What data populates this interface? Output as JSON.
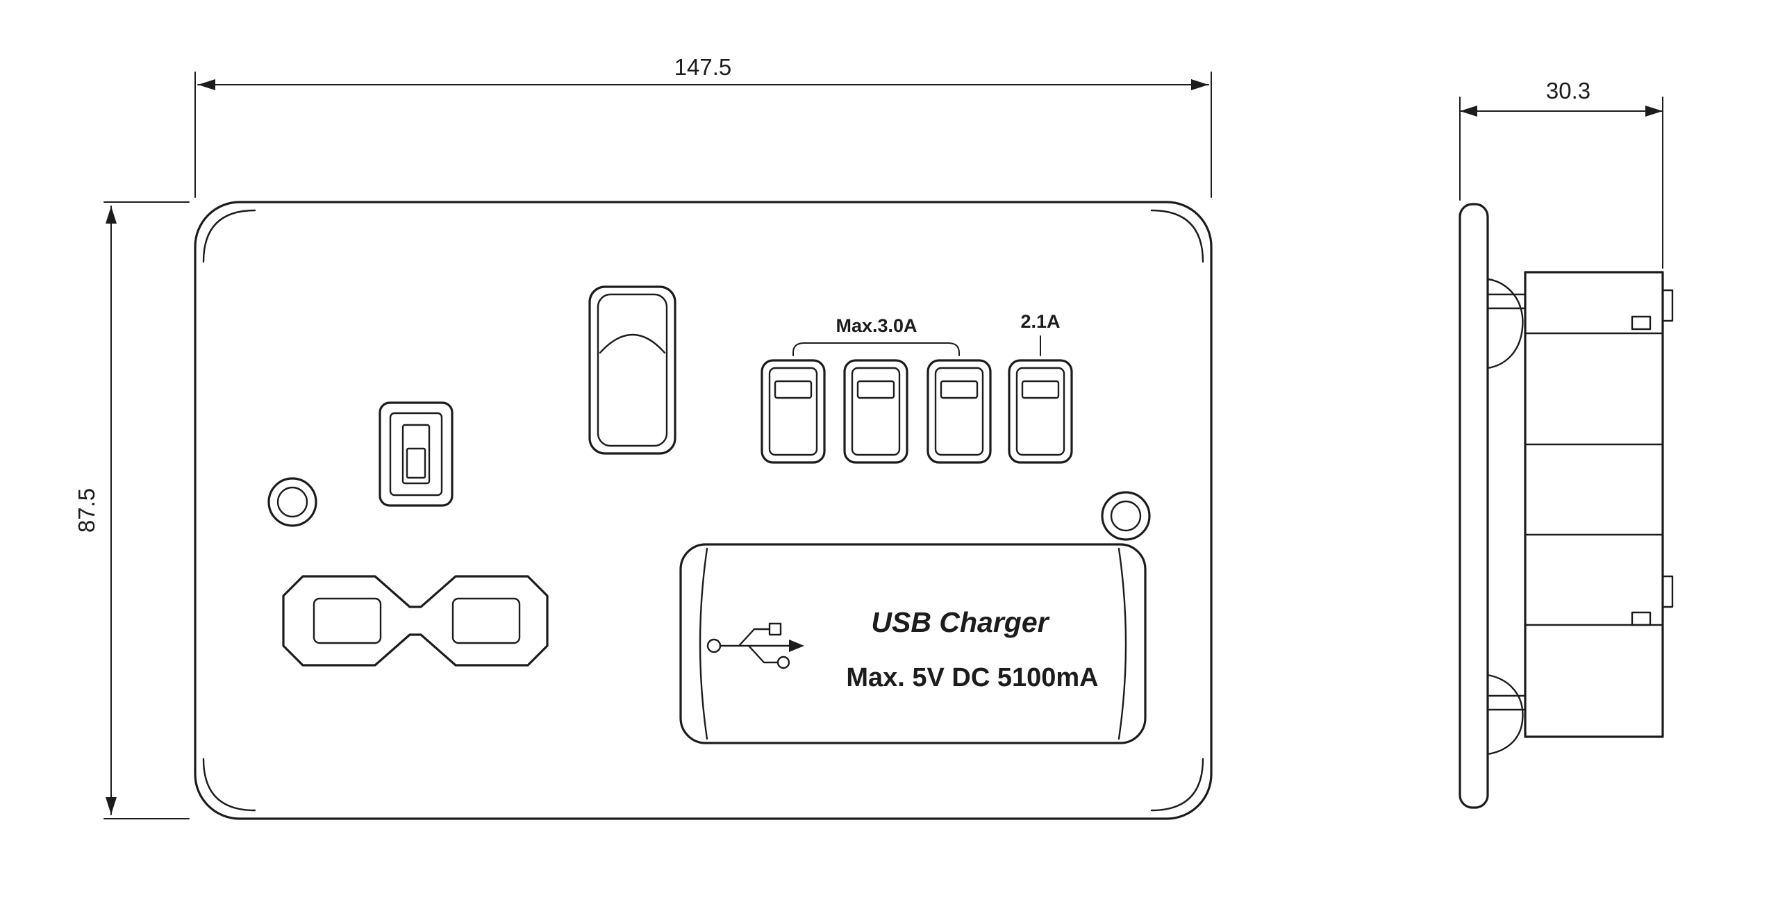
{
  "drawing": {
    "colors": {
      "line": "#1c1c1c",
      "background": "#ffffff"
    },
    "front_view": {
      "width_dimension": "147.5",
      "height_dimension": "87.5",
      "usb_group_label": "Max.3.0A",
      "usb_single_label": "2.1A",
      "charger_label": {
        "title": "USB Charger",
        "rating": "Max. 5V DC 5100mA"
      }
    },
    "side_view": {
      "depth_dimension": "30.3"
    }
  }
}
